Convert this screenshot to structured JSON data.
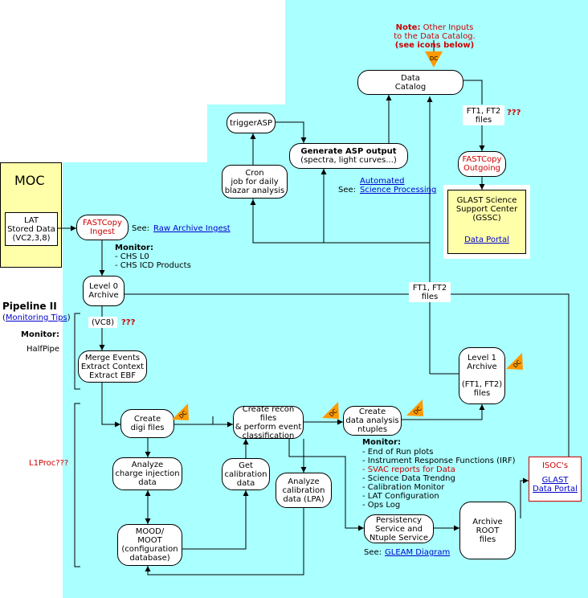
{
  "note": {
    "prefix": "Note:",
    "text": " Other Inputs\nto the Data Catalog.",
    "icons": "(see icons below)"
  },
  "dc_label": "DC",
  "data_catalog": "Data\nCatalog",
  "trigger_asp": "triggerASP",
  "generate_asp": {
    "title": "Generate ASP output",
    "sub": "(spectra, light curves...)"
  },
  "cron": "Cron\njob for daily\nblazar analysis",
  "see_asp": {
    "prefix": "See:",
    "link": "Automated\nScience Processing"
  },
  "ft1_ft2_files": "FT1, FT2\nfiles",
  "ft1_ft2_files_2": "FT1, FT2\nfiles",
  "qqq": "???",
  "fastcopy_outgoing": "FASTCopy\nOutgoing",
  "gssc": {
    "title": "GLAST Science\nSupport Center\n(GSSC)",
    "link": "Data Portal"
  },
  "moc": {
    "title": "MOC",
    "stored": "LAT\nStored Data\n(VC2,3,8)"
  },
  "fastcopy_ingest": "FASTCopy\nIngest",
  "see_raw": {
    "prefix": "See:",
    "link": "Raw Archive Ingest"
  },
  "monitor_top": {
    "title": "Monitor:",
    "items": "- CHS L0\n- CHS ICD Products"
  },
  "level0": "Level 0\nArchive",
  "pipeline": {
    "title": "Pipeline II",
    "link": "Monitoring Tips",
    "monitor": "Monitor:",
    "halfpipe": "HalfPipe"
  },
  "vc8": "(VC8)",
  "merge": "Merge Events\nExtract Context\nExtract EBF",
  "level1": "Level 1\nArchive\n\n(FT1, FT2)\nfiles",
  "l1proc": "L1Proc???",
  "create_digi": "Create\ndigi files",
  "create_recon": "Create recon files\n& perform event\nclassification",
  "create_ntuples": "Create\ndata analysis\nntuples",
  "analyze_charge": "Analyze\ncharge injection\ndata",
  "get_calib": "Get\ncalibration\ndata",
  "analyze_calib": "Analyze\ncalibration\ndata (LPA)",
  "mood": "MOOD/\nMOOT\n(configuration\ndatabase)",
  "monitor_bottom": {
    "title": "Monitor:",
    "items": [
      "- End of Run plots",
      "- Instrument Response Functions (IRF)",
      "- SVAC reports for Data",
      "- Science Data Trendng",
      "- Calibration Monitor",
      "- LAT Configuration",
      "- Ops Log"
    ]
  },
  "persistency": "Persistency\nService and\nNtuple Service",
  "archive_root": "Archive\nROOT\nfiles",
  "see_gleam": {
    "prefix": "See:",
    "link": "GLEAM Diagram"
  },
  "isoc": {
    "title": "ISOC's",
    "link": "GLAST\nData Portal"
  },
  "colors": {
    "background": "#aaffff",
    "red": "#cc0000",
    "orange": "#ff9900",
    "link": "#0000cc",
    "moc": "#ffffaa"
  }
}
